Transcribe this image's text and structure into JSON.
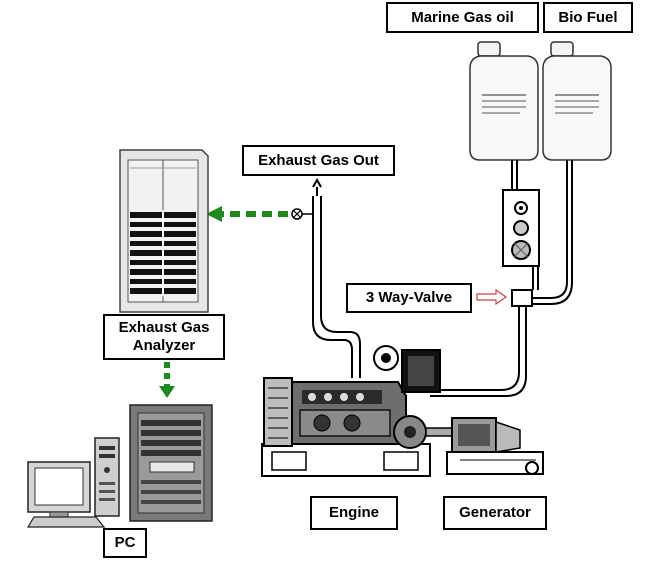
{
  "labels": {
    "marine_gas_oil": "Marine Gas oil",
    "bio_fuel": "Bio Fuel",
    "exhaust_gas_out": "Exhaust Gas Out",
    "three_way_valve": "3 Way-Valve",
    "analyzer_line1": "Exhaust Gas",
    "analyzer_line2": "Analyzer",
    "engine": "Engine",
    "generator": "Generator",
    "pc": "PC"
  },
  "colors": {
    "flow_arrow": "#1e8a1e",
    "valve_arrow": "#d23c3c",
    "pipe": "#000000"
  }
}
